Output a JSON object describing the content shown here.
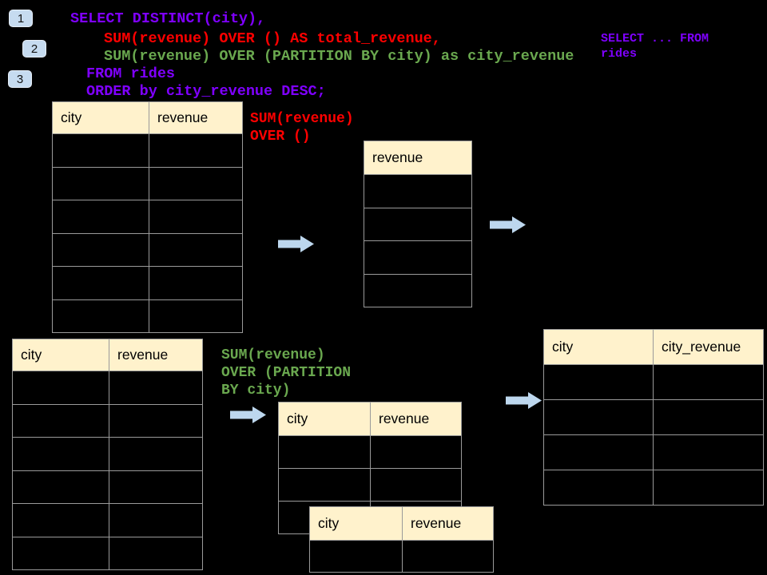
{
  "colors": {
    "background": "#000000",
    "sql_purple": "#7F00FF",
    "sql_red": "#FF0000",
    "sql_green": "#6AA84F",
    "table_header_bg": "#FFF2CC",
    "table_border": "#9a9a9a",
    "arrow_fill": "#BDD7EE",
    "badge_bg": "#C6DBF0"
  },
  "badges": {
    "b1": "1",
    "b2": "2",
    "b3": "3"
  },
  "sql_code": {
    "line1": "SELECT DISTINCT(city),",
    "line2": "SUM(revenue) OVER () AS total_revenue,",
    "line3": "SUM(revenue) OVER (PARTITION BY city) as city_revenue",
    "line4": "FROM rides",
    "line5": "ORDER by city_revenue DESC;"
  },
  "side_note": {
    "line1": "SELECT ... FROM",
    "line2": "rides"
  },
  "annotations": {
    "total": {
      "line1": "SUM(revenue)",
      "line2": "OVER ()"
    },
    "partition": {
      "line1": "SUM(revenue)",
      "line2": "OVER (PARTITION",
      "line3": "BY city)"
    }
  },
  "tables": {
    "source_top": {
      "headers": {
        "col1": "city",
        "col2": "revenue"
      }
    },
    "total_result": {
      "headers": {
        "col1": "revenue"
      }
    },
    "source_bottom": {
      "headers": {
        "col1": "city",
        "col2": "revenue"
      }
    },
    "partition_mid": {
      "headers": {
        "col1": "city",
        "col2": "revenue"
      }
    },
    "partition_overlap": {
      "headers": {
        "col1": "city",
        "col2": "revenue"
      }
    },
    "city_revenue_result": {
      "headers": {
        "col1": "city",
        "col2": "city_revenue"
      }
    }
  }
}
